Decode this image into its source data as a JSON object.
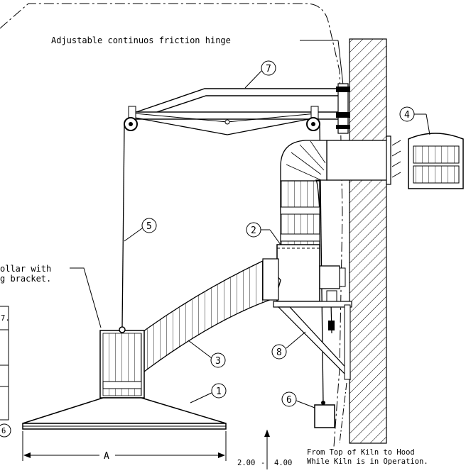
{
  "labels": {
    "hinge": "Adjustable continuos friction hinge",
    "collar_line1": "ollar with",
    "collar_line2": "g bracket.",
    "note_line1": "From Top of Kiln to Hood",
    "note_line2": "While Kiln is in Operation.",
    "dim_a": "A",
    "dim_min": "2.00",
    "dim_max": "4.00"
  },
  "callouts": [
    "1",
    "2",
    "3",
    "4",
    "5",
    "6",
    "7",
    "8"
  ],
  "table_fragment": {
    "top_mark": "7.",
    "bottom_mark": "6"
  },
  "colors": {
    "line": "#000000",
    "background": "#ffffff"
  }
}
